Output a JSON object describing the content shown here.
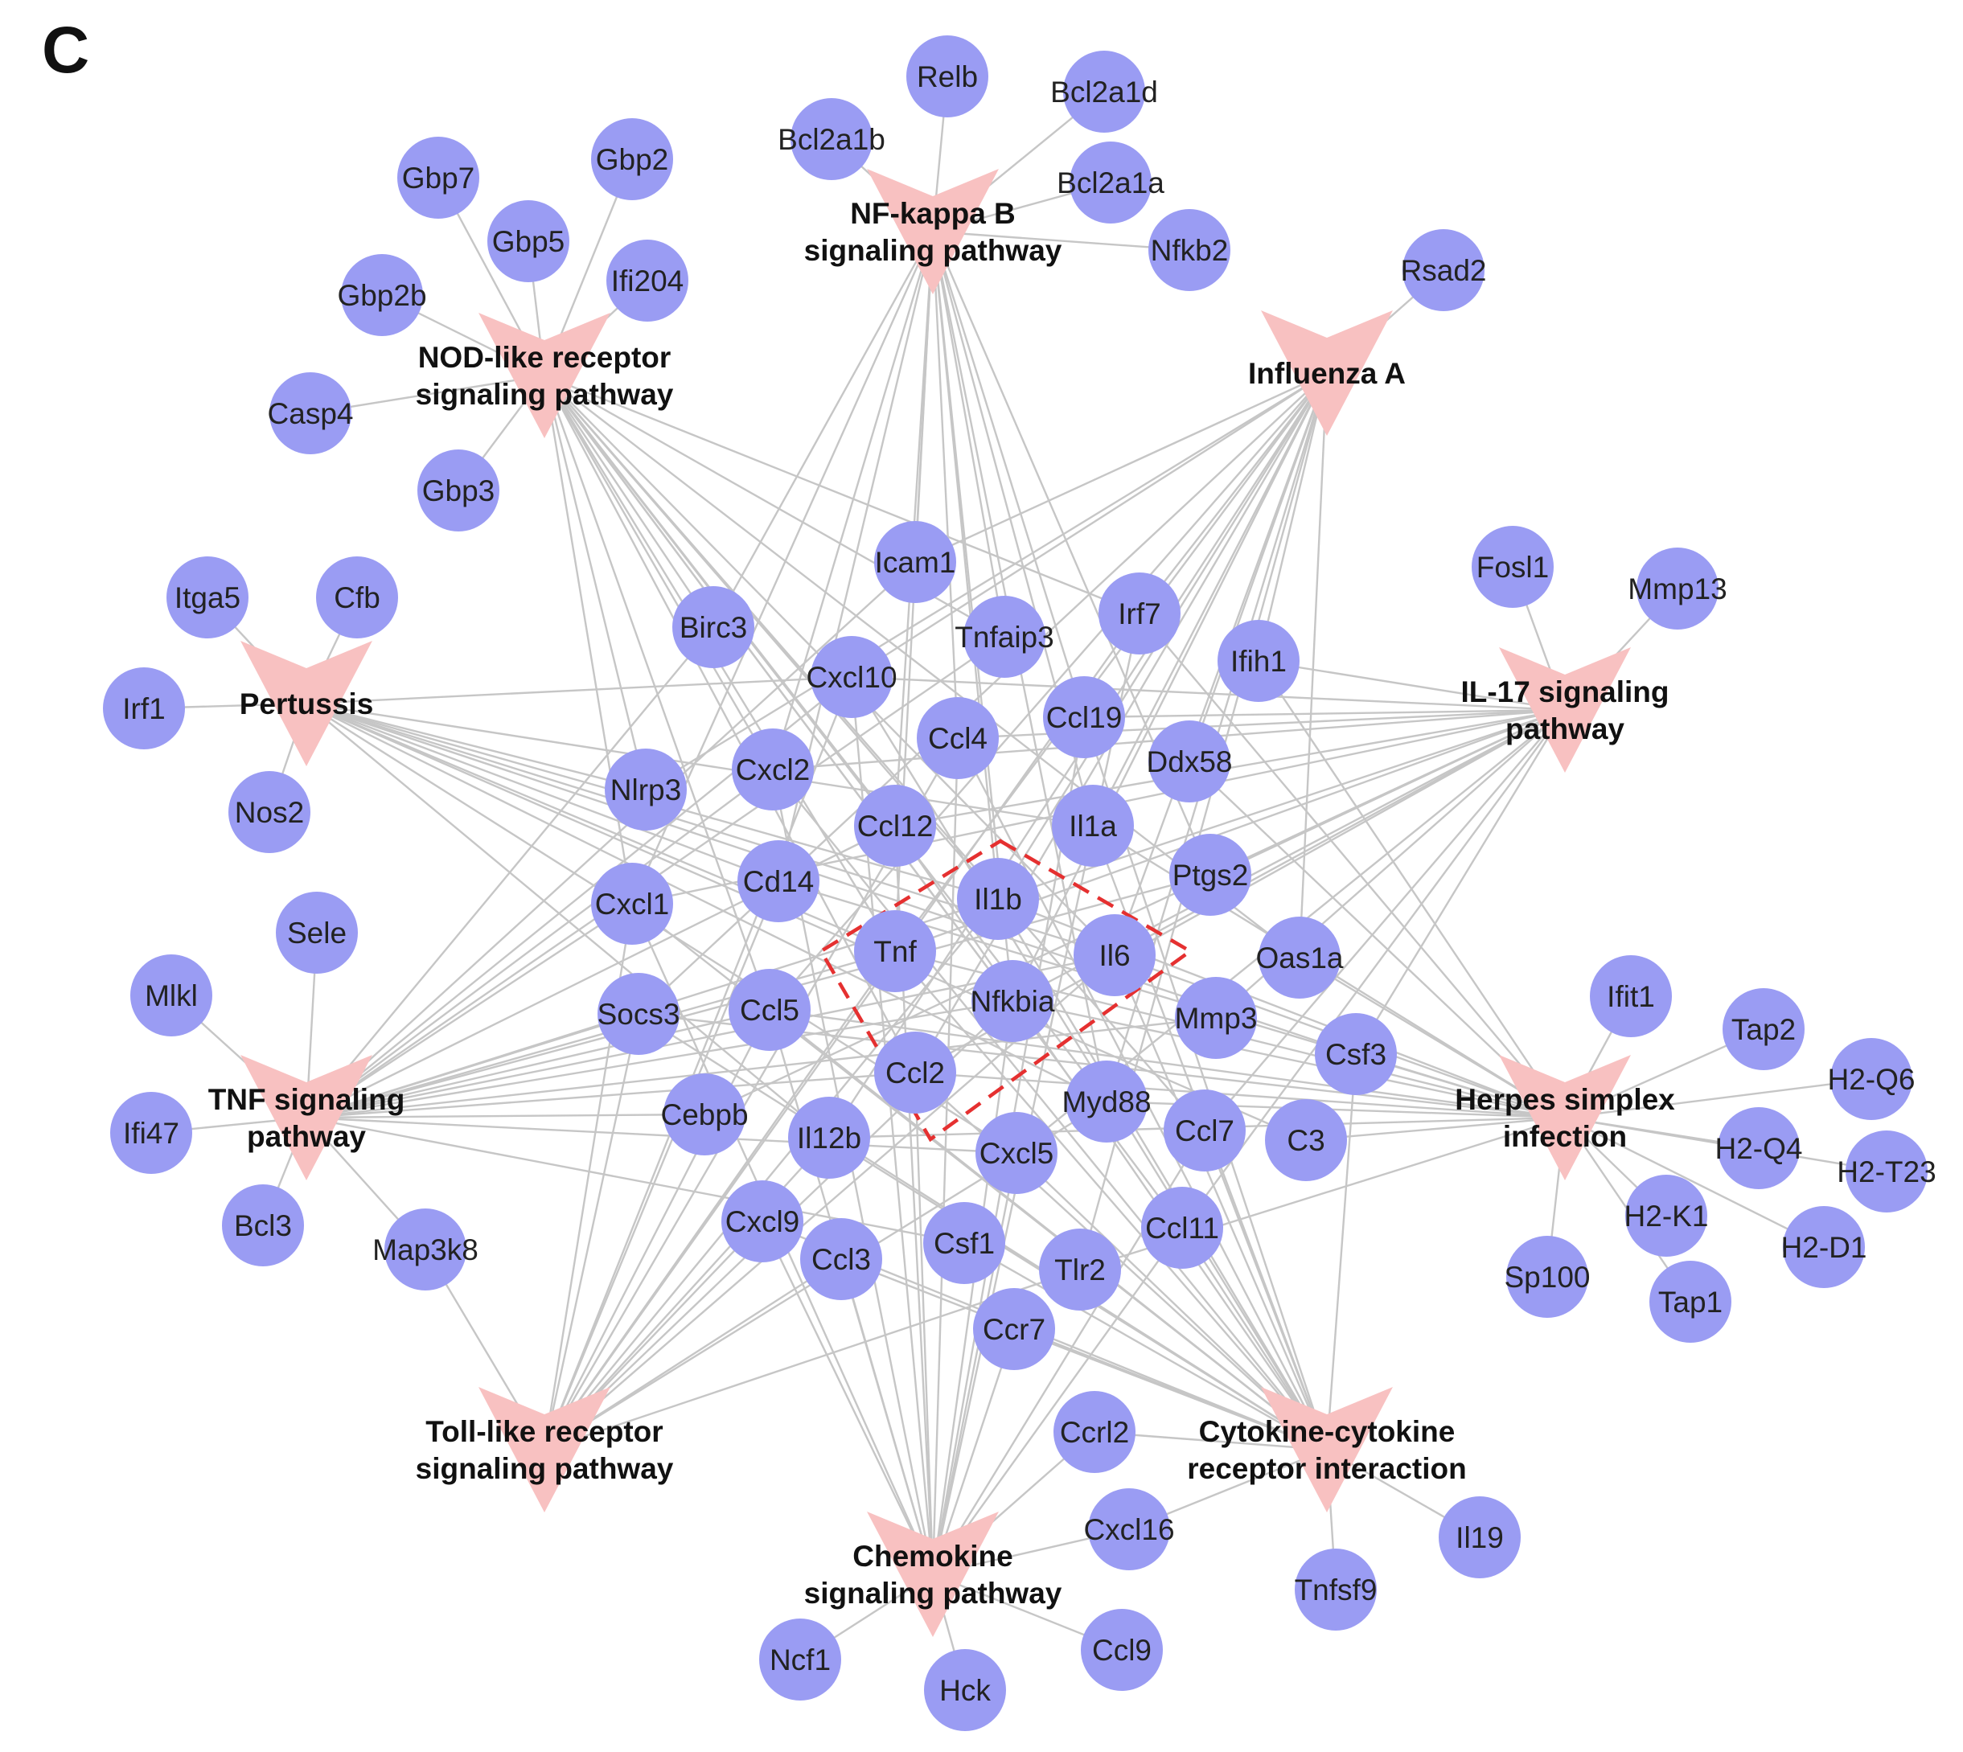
{
  "panel_label": "C",
  "colors": {
    "gene_node": "#9a9cf3",
    "pathway_node": "#f8c1c1",
    "edge": "#c6c6c6",
    "hub_box": "#e53030"
  },
  "pathways": [
    {
      "id": "nfkb",
      "label": [
        "NF-kappa B",
        "signaling pathway"
      ]
    },
    {
      "id": "nod",
      "label": [
        "NOD-like receptor",
        "signaling pathway"
      ]
    },
    {
      "id": "influenza",
      "label": [
        "Influenza A"
      ]
    },
    {
      "id": "pertussis",
      "label": [
        "Pertussis"
      ]
    },
    {
      "id": "il17",
      "label": [
        "IL-17 signaling",
        "pathway"
      ]
    },
    {
      "id": "tnf",
      "label": [
        "TNF signaling",
        "pathway"
      ]
    },
    {
      "id": "herpes",
      "label": [
        "Herpes simplex",
        "infection"
      ]
    },
    {
      "id": "toll",
      "label": [
        "Toll-like receptor",
        "signaling pathway"
      ]
    },
    {
      "id": "cytokine",
      "label": [
        "Cytokine-cytokine",
        "receptor interaction"
      ]
    },
    {
      "id": "chemokine",
      "label": [
        "Chemokine",
        "signaling pathway"
      ]
    }
  ],
  "genes": [
    "Relb",
    "Bcl2a1d",
    "Bcl2a1b",
    "Bcl2a1a",
    "Nfkb2",
    "Rsad2",
    "Gbp7",
    "Gbp2",
    "Gbp5",
    "Ifi204",
    "Gbp2b",
    "Casp4",
    "Gbp3",
    "Itga5",
    "Cfb",
    "Irf1",
    "Nos2",
    "Fosl1",
    "Mmp13",
    "Sele",
    "Mlkl",
    "Ifi47",
    "Bcl3",
    "Map3k8",
    "Ifit1",
    "Tap2",
    "H2-Q6",
    "H2-Q4",
    "H2-T23",
    "H2-K1",
    "H2-D1",
    "Sp100",
    "Tap1",
    "Ccrl2",
    "Cxcl16",
    "Il19",
    "Tnfsf9",
    "Ncf1",
    "Hck",
    "Ccl9",
    "Icam1",
    "Birc3",
    "Tnfaip3",
    "Irf7",
    "Ifih1",
    "Cxcl10",
    "Ccl4",
    "Ccl19",
    "Ddx58",
    "Nlrp3",
    "Cxcl2",
    "Ccl12",
    "Il1a",
    "Ptgs2",
    "Cd14",
    "Cxcl1",
    "Il1b",
    "Tnf",
    "Il6",
    "Oas1a",
    "Socs3",
    "Ccl5",
    "Nfkbia",
    "Mmp3",
    "Csf3",
    "Ccl2",
    "Myd88",
    "Ccl7",
    "C3",
    "Cebpb",
    "Il12b",
    "Cxcl5",
    "Cxcl9",
    "Ccl3",
    "Csf1",
    "Tlr2",
    "Ccl11",
    "Ccr7"
  ],
  "hub_genes": [
    "Il1b",
    "Tnf",
    "Il6",
    "Nfkbia",
    "Ccl2"
  ],
  "edges": {
    "nfkb": [
      "Relb",
      "Bcl2a1d",
      "Bcl2a1b",
      "Bcl2a1a",
      "Nfkb2",
      "Icam1",
      "Birc3",
      "Tnfaip3",
      "Cxcl2",
      "Cd14",
      "Il1b",
      "Tnf",
      "Nfkbia",
      "Ptgs2",
      "Myd88",
      "Ccl4",
      "Ccl19",
      "Il1a",
      "Cxcl1",
      "Ccl12"
    ],
    "nod": [
      "Gbp7",
      "Gbp2",
      "Gbp5",
      "Ifi204",
      "Gbp2b",
      "Casp4",
      "Gbp3",
      "Birc3",
      "Tnfaip3",
      "Irf7",
      "Nlrp3",
      "Cxcl2",
      "Ccl12",
      "Cxcl1",
      "Il1b",
      "Tnf",
      "Il6",
      "Nfkbia",
      "Ccl2",
      "Ccl5",
      "Myd88",
      "Ccl7",
      "Ccl11",
      "Oas1a"
    ],
    "influenza": [
      "Rsad2",
      "Icam1",
      "Irf7",
      "Ifih1",
      "Cxcl10",
      "Ddx58",
      "Nlrp3",
      "Il1a",
      "Il1b",
      "Tnf",
      "Il6",
      "Nfkbia",
      "Ccl2",
      "Ccl5",
      "Socs3",
      "Myd88",
      "Il12b",
      "Oas1a",
      "Tlr2"
    ],
    "pertussis": [
      "Itga5",
      "Cfb",
      "Irf1",
      "Nos2",
      "Cxcl10",
      "Cd14",
      "Il1a",
      "Il1b",
      "Tnf",
      "Il6",
      "Il12b",
      "C3",
      "Nlrp3",
      "Csf3",
      "Myd88",
      "Cxcl5"
    ],
    "il17": [
      "Fosl1",
      "Mmp13",
      "Ifih1",
      "Cxcl10",
      "Cxcl2",
      "Ccl12",
      "Ptgs2",
      "Cxcl1",
      "Il1b",
      "Tnf",
      "Il6",
      "Nfkbia",
      "Ccl2",
      "Mmp3",
      "Csf3",
      "Ccl7",
      "Cebpb",
      "Cxcl5",
      "Ccl11",
      "Ccl4",
      "Ccl19"
    ],
    "tnf": [
      "Sele",
      "Mlkl",
      "Ifi47",
      "Bcl3",
      "Map3k8",
      "Icam1",
      "Birc3",
      "Tnfaip3",
      "Cxcl10",
      "Cxcl2",
      "Cxcl1",
      "Il1b",
      "Tnf",
      "Il6",
      "Nfkbia",
      "Ccl2",
      "Ccl5",
      "Socs3",
      "Mmp3",
      "Csf1",
      "Cebpb",
      "Cxcl5",
      "Ptgs2",
      "Ccl12"
    ],
    "herpes": [
      "Ifit1",
      "Tap2",
      "H2-Q6",
      "H2-Q4",
      "H2-T23",
      "H2-K1",
      "H2-D1",
      "Sp100",
      "Tap1",
      "Irf7",
      "Ifih1",
      "Ddx58",
      "Il1b",
      "Tnf",
      "Il6",
      "Nfkbia",
      "Ccl2",
      "Ccl5",
      "Socs3",
      "Il12b",
      "Oas1a",
      "Myd88",
      "Tlr2",
      "C3",
      "Csf3",
      "Il1a",
      "Cd14"
    ],
    "toll": [
      "Map3k8",
      "Cxcl10",
      "Ccl4",
      "Cd14",
      "Il1b",
      "Tnf",
      "Il6",
      "Nfkbia",
      "Ccl5",
      "Irf7",
      "Il12b",
      "Cxcl9",
      "Ccl3",
      "Tlr2",
      "Myd88",
      "Cxcl1",
      "Socs3"
    ],
    "cytokine": [
      "Ccrl2",
      "Il19",
      "Tnfsf9",
      "Cxcl16",
      "Cxcl10",
      "Ccl4",
      "Ccl19",
      "Cxcl2",
      "Ccl12",
      "Il1a",
      "Cxcl1",
      "Il1b",
      "Tnf",
      "Il6",
      "Ccl2",
      "Ccl5",
      "Csf3",
      "Ccl7",
      "Il12b",
      "Cxcl5",
      "Cxcl9",
      "Ccl3",
      "Csf1",
      "Ccl11",
      "Ccr7",
      "Socs3"
    ],
    "chemokine": [
      "Ncf1",
      "Hck",
      "Ccl9",
      "Ccrl2",
      "Cxcl16",
      "Cxcl10",
      "Ccl4",
      "Ccl19",
      "Cxcl2",
      "Ccl12",
      "Cxcl1",
      "Ccl2",
      "Ccl5",
      "Ccl7",
      "Cxcl5",
      "Cxcl9",
      "Ccl3",
      "Ccl11",
      "Ccr7",
      "Irf7",
      "Nfkbia"
    ]
  }
}
